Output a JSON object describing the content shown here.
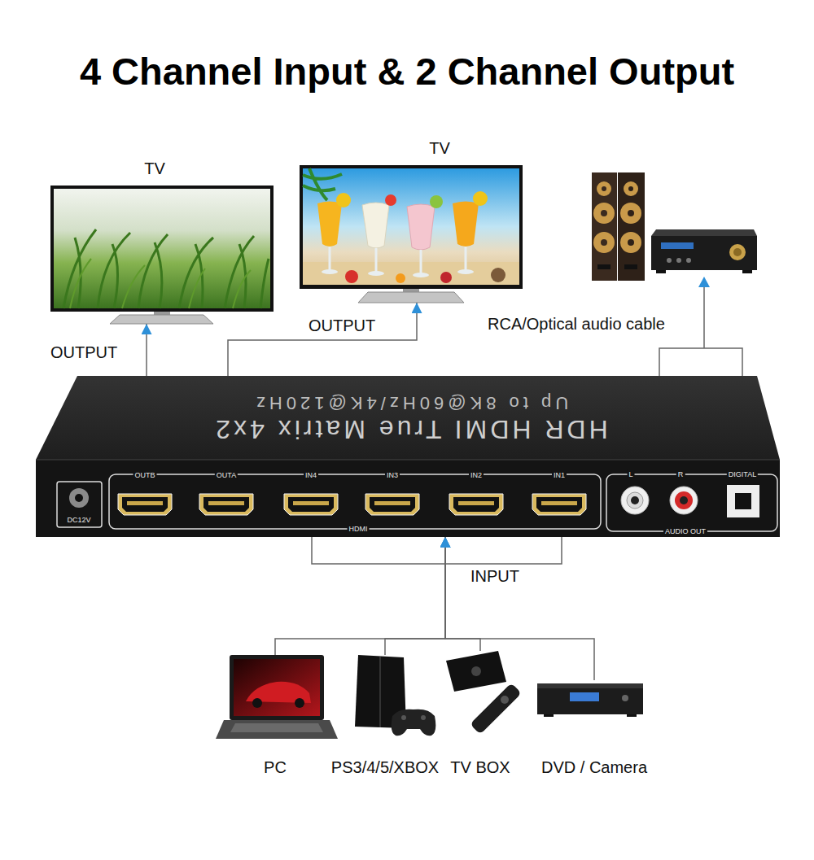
{
  "diagram": {
    "title": "4 Channel Input & 2 Channel Output",
    "nodes": [
      {
        "text": [
          "TV"
        ]
      },
      {
        "text": [
          "TV"
        ]
      },
      {
        "text": [
          "HDR HDMI True Matrix 4x2",
          "Up to 8K@60Hz/4K@120Hz"
        ]
      },
      {
        "text": [
          "PC"
        ]
      },
      {
        "text": [
          "PS3/4/5/XBOX"
        ]
      },
      {
        "text": [
          "TV BOX"
        ]
      },
      {
        "text": [
          "DVD / Camera"
        ]
      }
    ],
    "edges": [
      {
        "from": 2,
        "to": 0,
        "arrow": "to",
        "label": "OUTPUT"
      },
      {
        "from": 2,
        "to": 1,
        "arrow": "to",
        "label": "OUTPUT"
      },
      {
        "from": 3,
        "to": 2,
        "arrow": "to",
        "label": "INPUT"
      },
      {
        "from": 4,
        "to": 2,
        "arrow": "to"
      },
      {
        "from": 5,
        "to": 2,
        "arrow": "to"
      },
      {
        "from": 6,
        "to": 2,
        "arrow": "to"
      }
    ],
    "labels": [
      "RCA/Optical audio cable",
      "DC12V",
      "OUTB",
      "OUTA",
      "IN4",
      "IN3",
      "IN2",
      "IN1",
      "HDMI",
      "L",
      "R",
      "DIGITAL",
      "AUDIO OUT"
    ]
  }
}
